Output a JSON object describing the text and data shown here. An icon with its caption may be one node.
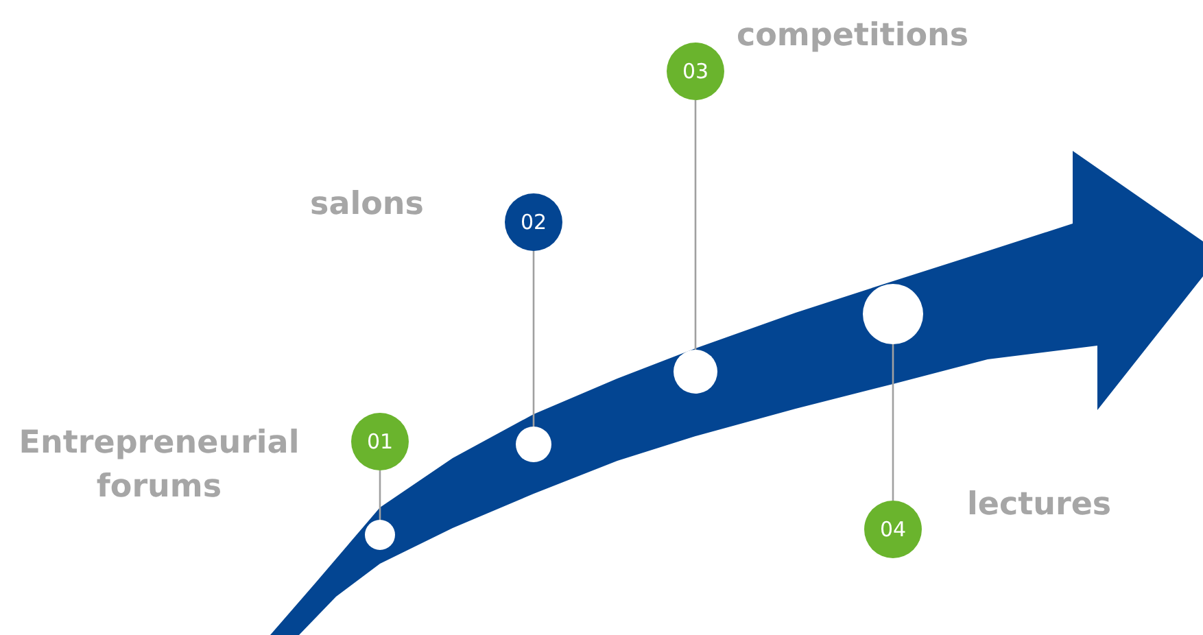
{
  "diagram": {
    "nodes": [
      {
        "text": [],
        "shape": "arrow"
      },
      {
        "text": [
          "03"
        ],
        "beside": [
          "competitions"
        ]
      },
      {
        "text": [
          "02"
        ],
        "beside": [
          "salons"
        ]
      },
      {
        "text": [
          "01"
        ],
        "beside": [
          "Entrepreneurial forums"
        ]
      },
      {
        "text": [
          "04"
        ],
        "beside": [
          "lectures"
        ]
      },
      {
        "text": [],
        "shape": "circle",
        "in": 0
      },
      {
        "text": [],
        "shape": "circle",
        "in": 0
      },
      {
        "text": [],
        "shape": "circle",
        "in": 0
      },
      {
        "text": [],
        "shape": "circle",
        "in": 0
      }
    ],
    "edges": [
      {
        "from": 3,
        "to": 5,
        "arrow": "none"
      },
      {
        "from": 2,
        "to": 6,
        "arrow": "none"
      },
      {
        "from": 1,
        "to": 7,
        "arrow": "none"
      },
      {
        "from": 4,
        "to": 8,
        "arrow": "none"
      }
    ]
  }
}
